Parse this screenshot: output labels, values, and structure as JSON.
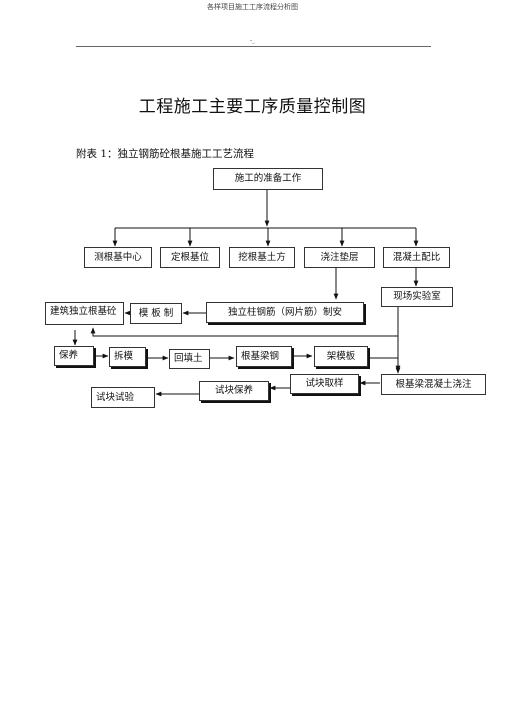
{
  "header": {
    "text": "各样项目施工工序流程分析图",
    "mark": "-_"
  },
  "title": "工程施工主要工序质量控制图",
  "subtitle": "附表 1：独立钢筋砼根基施工工艺流程",
  "nodes": {
    "prep": "施工的准备工作",
    "survey": "测根基中心",
    "position": "定根基位",
    "excavate": "挖根基土方",
    "cushion": "浇注垫层",
    "mix": "混凝土配比",
    "lab": "现场实验室",
    "build_foundation": "建筑独立根基砼",
    "formwork": "模 板 制",
    "rebar": "独立柱钢筋（网片筋）制安",
    "curing": "保养",
    "demold": "拆模",
    "backfill": "回填土",
    "beam_rebar": "根基梁钢",
    "erect_formwork": "架模板",
    "sampling": "试块取样",
    "beam_pour": "根基梁混凝土浇注",
    "specimen_curing": "试块保养",
    "specimen_test": "试块试验"
  }
}
